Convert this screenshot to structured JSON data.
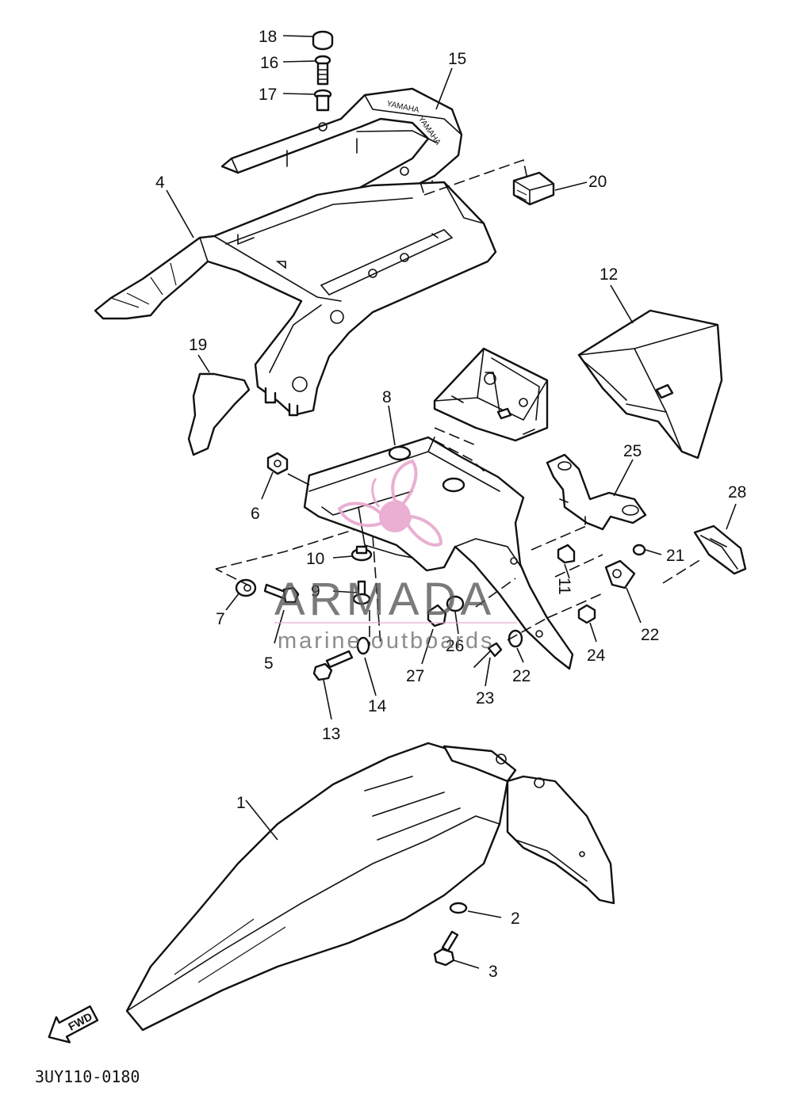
{
  "diagram": {
    "code": "3UY110-0180",
    "fwd_label": "FWD",
    "callouts": [
      {
        "id": "c1",
        "label": "1"
      },
      {
        "id": "c2",
        "label": "2"
      },
      {
        "id": "c3",
        "label": "3"
      },
      {
        "id": "c4",
        "label": "4"
      },
      {
        "id": "c5",
        "label": "5"
      },
      {
        "id": "c6",
        "label": "6"
      },
      {
        "id": "c7",
        "label": "7"
      },
      {
        "id": "c8",
        "label": "8"
      },
      {
        "id": "c9",
        "label": "9"
      },
      {
        "id": "c10",
        "label": "10"
      },
      {
        "id": "c11",
        "label": "11"
      },
      {
        "id": "c12",
        "label": "12"
      },
      {
        "id": "c13",
        "label": "13"
      },
      {
        "id": "c14",
        "label": "14"
      },
      {
        "id": "c15",
        "label": "15"
      },
      {
        "id": "c16",
        "label": "16"
      },
      {
        "id": "c17",
        "label": "17"
      },
      {
        "id": "c18",
        "label": "18"
      },
      {
        "id": "c19",
        "label": "19"
      },
      {
        "id": "c20",
        "label": "20"
      },
      {
        "id": "c21",
        "label": "21"
      },
      {
        "id": "c22a",
        "label": "22"
      },
      {
        "id": "c22b",
        "label": "22"
      },
      {
        "id": "c23",
        "label": "23"
      },
      {
        "id": "c24",
        "label": "24"
      },
      {
        "id": "c25",
        "label": "25"
      },
      {
        "id": "c26",
        "label": "26"
      },
      {
        "id": "c27",
        "label": "27"
      },
      {
        "id": "c28",
        "label": "28"
      }
    ]
  },
  "watermark": {
    "brand": "ARMADA",
    "tagline": "marine outboards",
    "color": "#e8a7cf"
  }
}
